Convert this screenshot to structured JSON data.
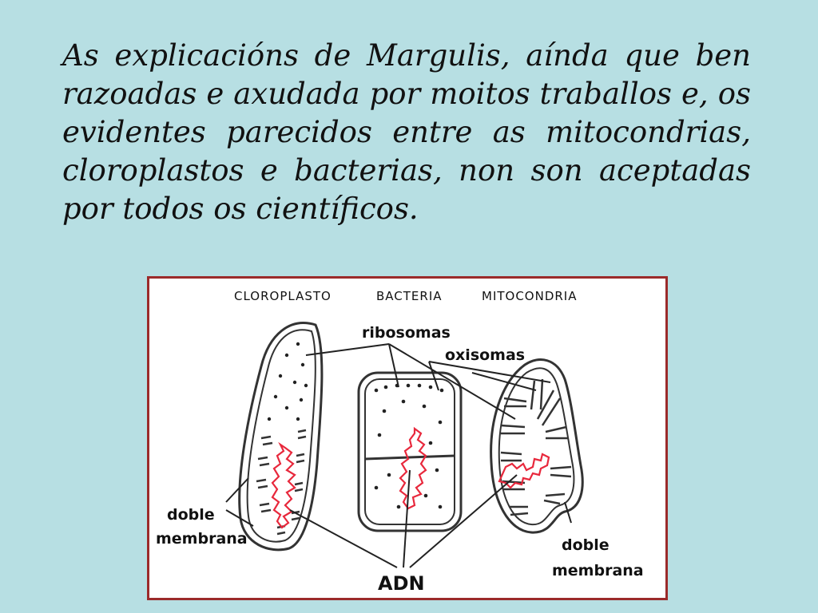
{
  "slide": {
    "paragraph": "As explicacións de Margulis, aínda que ben razoadas e axudada por moitos traballos e, os evidentes parecidos entre as mitocondrias, cloroplastos e bacterias, non son aceptadas por todos os científicos."
  },
  "figure": {
    "headers": {
      "chloroplast": "CLOROPLASTO",
      "bacteria": "BACTERIA",
      "mitochondria": "MITOCONDRIA"
    },
    "labels": {
      "ribosomes": "ribosomas",
      "oxisomes": "oxisomas",
      "left_double": "doble",
      "left_membrane": "membrana",
      "right_double": "doble",
      "right_membrane": "membrana",
      "dna": "ADN"
    },
    "colors": {
      "frame": "#9b2a2a",
      "dna": "#e8283c",
      "background": "#b7dfe3"
    }
  }
}
